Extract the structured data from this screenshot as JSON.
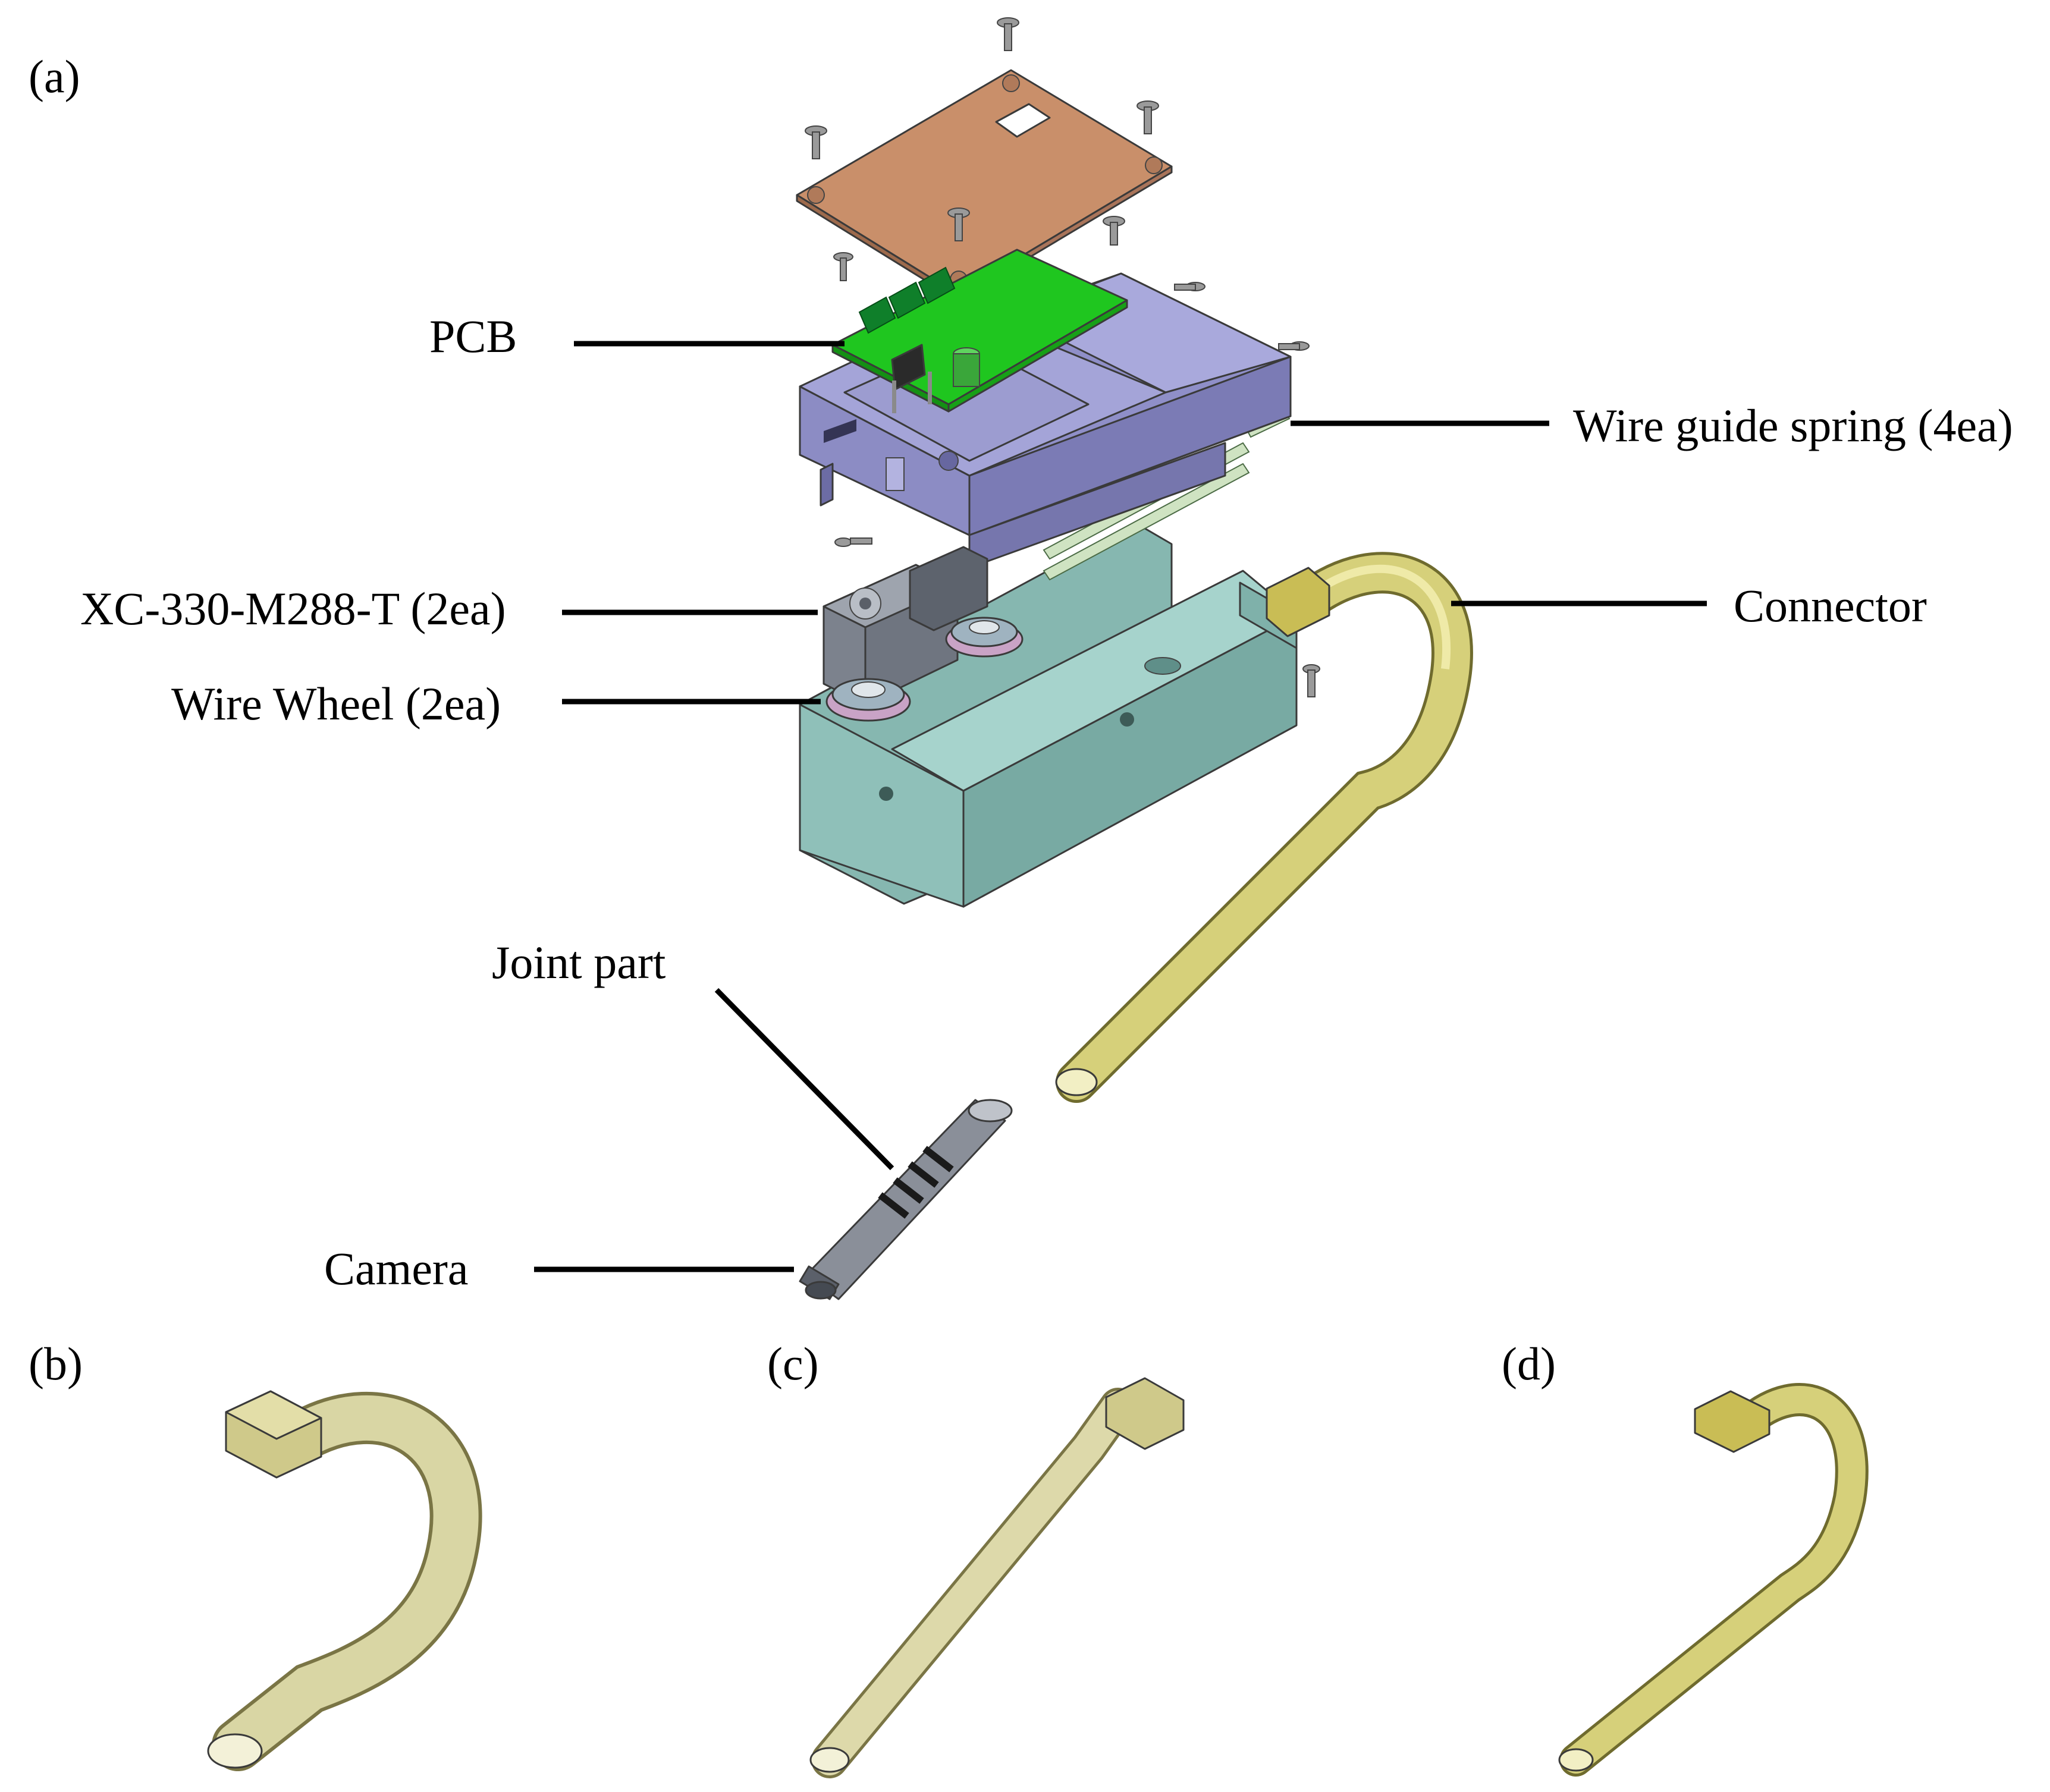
{
  "panels": {
    "a": "(a)",
    "b": "(b)",
    "c": "(c)",
    "d": "(d)"
  },
  "labels": {
    "pcb": "PCB",
    "wire_guide_spring": "Wire guide spring (4ea)",
    "motor": "XC-330-M288-T (2ea)",
    "connector": "Connector",
    "wire_wheel": "Wire Wheel (2ea)",
    "joint_part": "Joint part",
    "camera": "Camera"
  },
  "colors": {
    "lid": "#c98f6a",
    "pcb": "#1fc61f",
    "housing_top": "#8f8fc8",
    "housing_base": "#86b7b0",
    "connector_tube": "#d6d07a",
    "connector_tube_pale": "#d9d6a4",
    "motor": "#6f7580",
    "wheel": "#c9a3c6",
    "camera": "#8a8f99"
  }
}
